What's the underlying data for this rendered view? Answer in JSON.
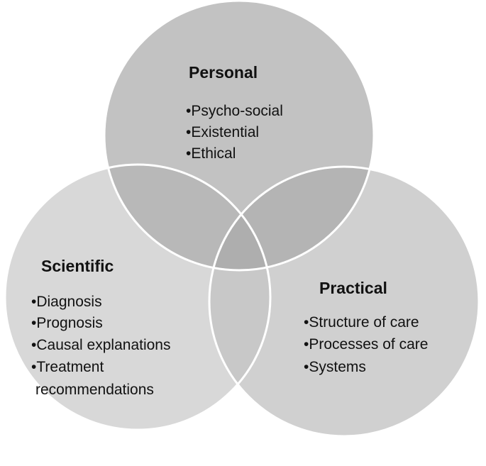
{
  "diagram": {
    "sets": [
      {
        "id": "personal",
        "title": "Personal",
        "items": [
          "•Psycho-social",
          "•Existential",
          "•Ethical"
        ]
      },
      {
        "id": "scientific",
        "title": "Scientific",
        "items": [
          "•Diagnosis",
          "•Prognosis",
          "•Causal explanations",
          "•Treatment",
          " recommendations"
        ]
      },
      {
        "id": "practical",
        "title": "Practical",
        "items": [
          "•Structure of care",
          "•Processes of care",
          "•Systems"
        ]
      }
    ],
    "colors": {
      "personal_fill": "#c2c2c2",
      "scientific_fill": "#d8d8d8",
      "practical_fill": "#d0d0d0",
      "overlap_top_left": "#b8b8b8",
      "overlap_top_right": "#b4b4b4",
      "overlap_bottom": "#c8c8c8",
      "center": "#aeaeae",
      "outline": "#ffffff"
    }
  }
}
